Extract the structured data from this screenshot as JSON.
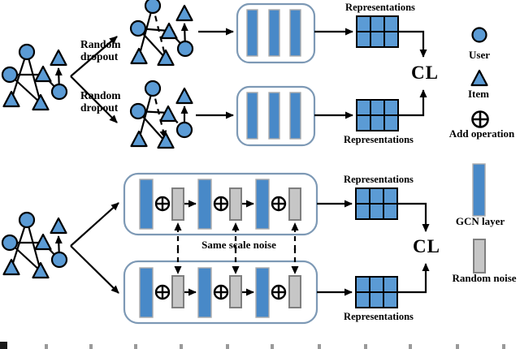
{
  "figure": {
    "type": "architecture-diagram",
    "description_visible": false
  },
  "top_flow": {
    "dropout1": "Random dropout",
    "dropout2": "Random dropout",
    "rep1": "Representations",
    "rep2": "Representations",
    "cl": "CL"
  },
  "bottom_flow": {
    "noise": "Same scale noise",
    "rep1": "Representations",
    "rep2": "Representations",
    "cl": "CL"
  },
  "legend": {
    "user": "User",
    "item": "Item",
    "add": "Add operation",
    "gcn": "GCN layer",
    "noise": "Random noise"
  },
  "colors": {
    "node_blue": "#5B9BD5",
    "bar_blue": "#4889C8",
    "grid_blue": "#5B9BD5",
    "gray_fill": "#C6C6C6",
    "gray_border": "#7F7F7F",
    "box_border": "#7D99B5",
    "line_black": "#000000"
  }
}
